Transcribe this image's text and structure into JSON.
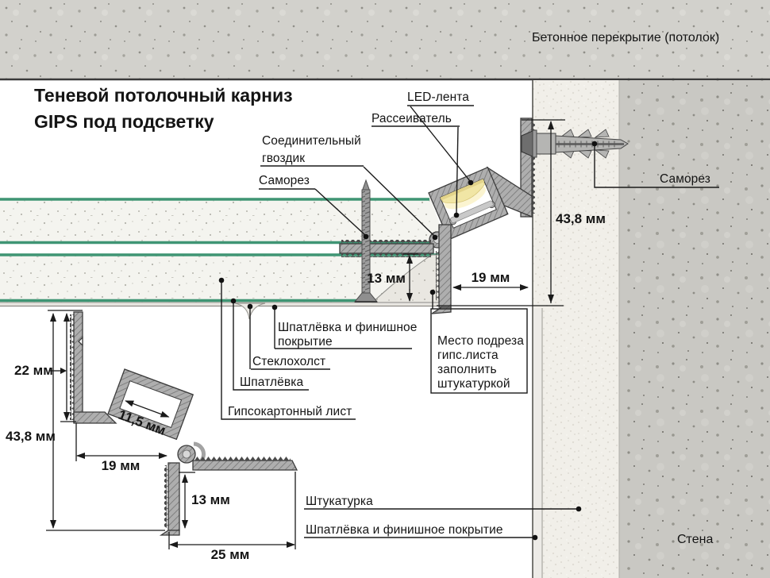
{
  "title": {
    "line1": "Теневой потолочный карниз",
    "line2": "GIPS под подсветку"
  },
  "labels": {
    "ceiling": "Бетонное перекрытие (потолок)",
    "wall": "Стена",
    "led_strip": "LED-лента",
    "diffuser": "Рассеиватель",
    "pin_line1": "Соединительный",
    "pin_line2": "гвоздик",
    "screw_left": "Саморез",
    "screw_right": "Саморез",
    "finish_top_line1": "Шпатлёвка и финишное",
    "finish_top_line2": "покрытие",
    "fiberglass": "Стеклохолст",
    "putty": "Шпатлёвка",
    "drywall": "Гипсокартонный лист",
    "cut_line1": "Место подреза",
    "cut_line2": "гипс.листа",
    "cut_line3": "заполнить",
    "cut_line4": "штукатуркой",
    "plaster": "Штукатурка",
    "finish_bottom": "Шпатлёвка и финишное покрытие"
  },
  "dimensions": {
    "main_height": "43,8 мм",
    "main_gap": "19 мм",
    "main_board": "13 мм",
    "iso_flange": "22 мм",
    "iso_height": "43,8 мм",
    "iso_gap": "19 мм",
    "iso_channel": "11,5 мм",
    "iso_board": "13 мм",
    "iso_shelf": "25 мм"
  },
  "colors": {
    "board_face_green": "#3f9574",
    "led_glow": "#fbf4d0",
    "aluminum": "#aeaeae",
    "concrete": "#c9c8c3",
    "stucco": "#f1efe9",
    "line": "#1a1a1a"
  }
}
